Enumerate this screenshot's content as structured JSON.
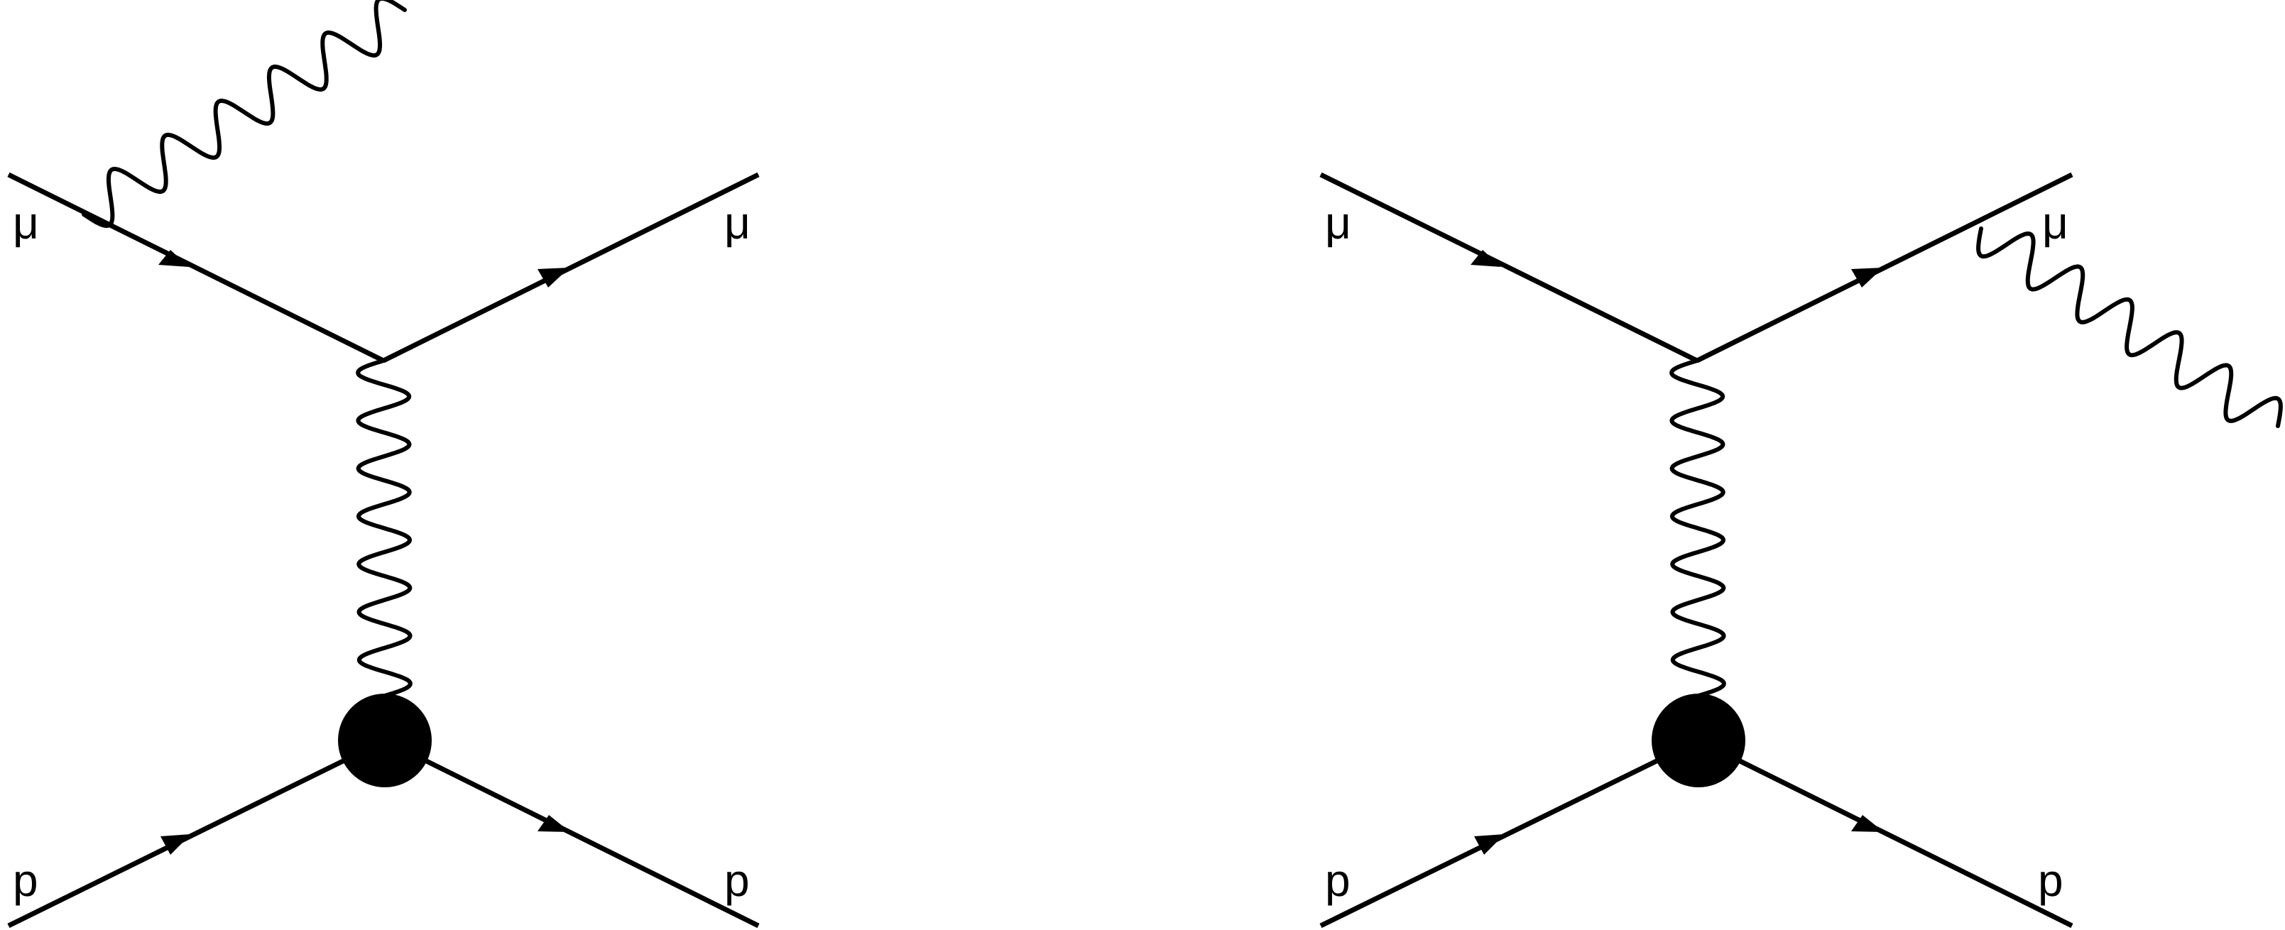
{
  "diagrams": [
    {
      "labels": {
        "muon_in": "μ",
        "muon_out": "μ",
        "proton_in": "p",
        "proton_out": "p"
      }
    },
    {
      "labels": {
        "muon_in": "μ",
        "muon_out": "μ",
        "proton_in": "p",
        "proton_out": "p"
      }
    }
  ],
  "colors": {
    "ink": "#000000",
    "background": "#ffffff"
  }
}
